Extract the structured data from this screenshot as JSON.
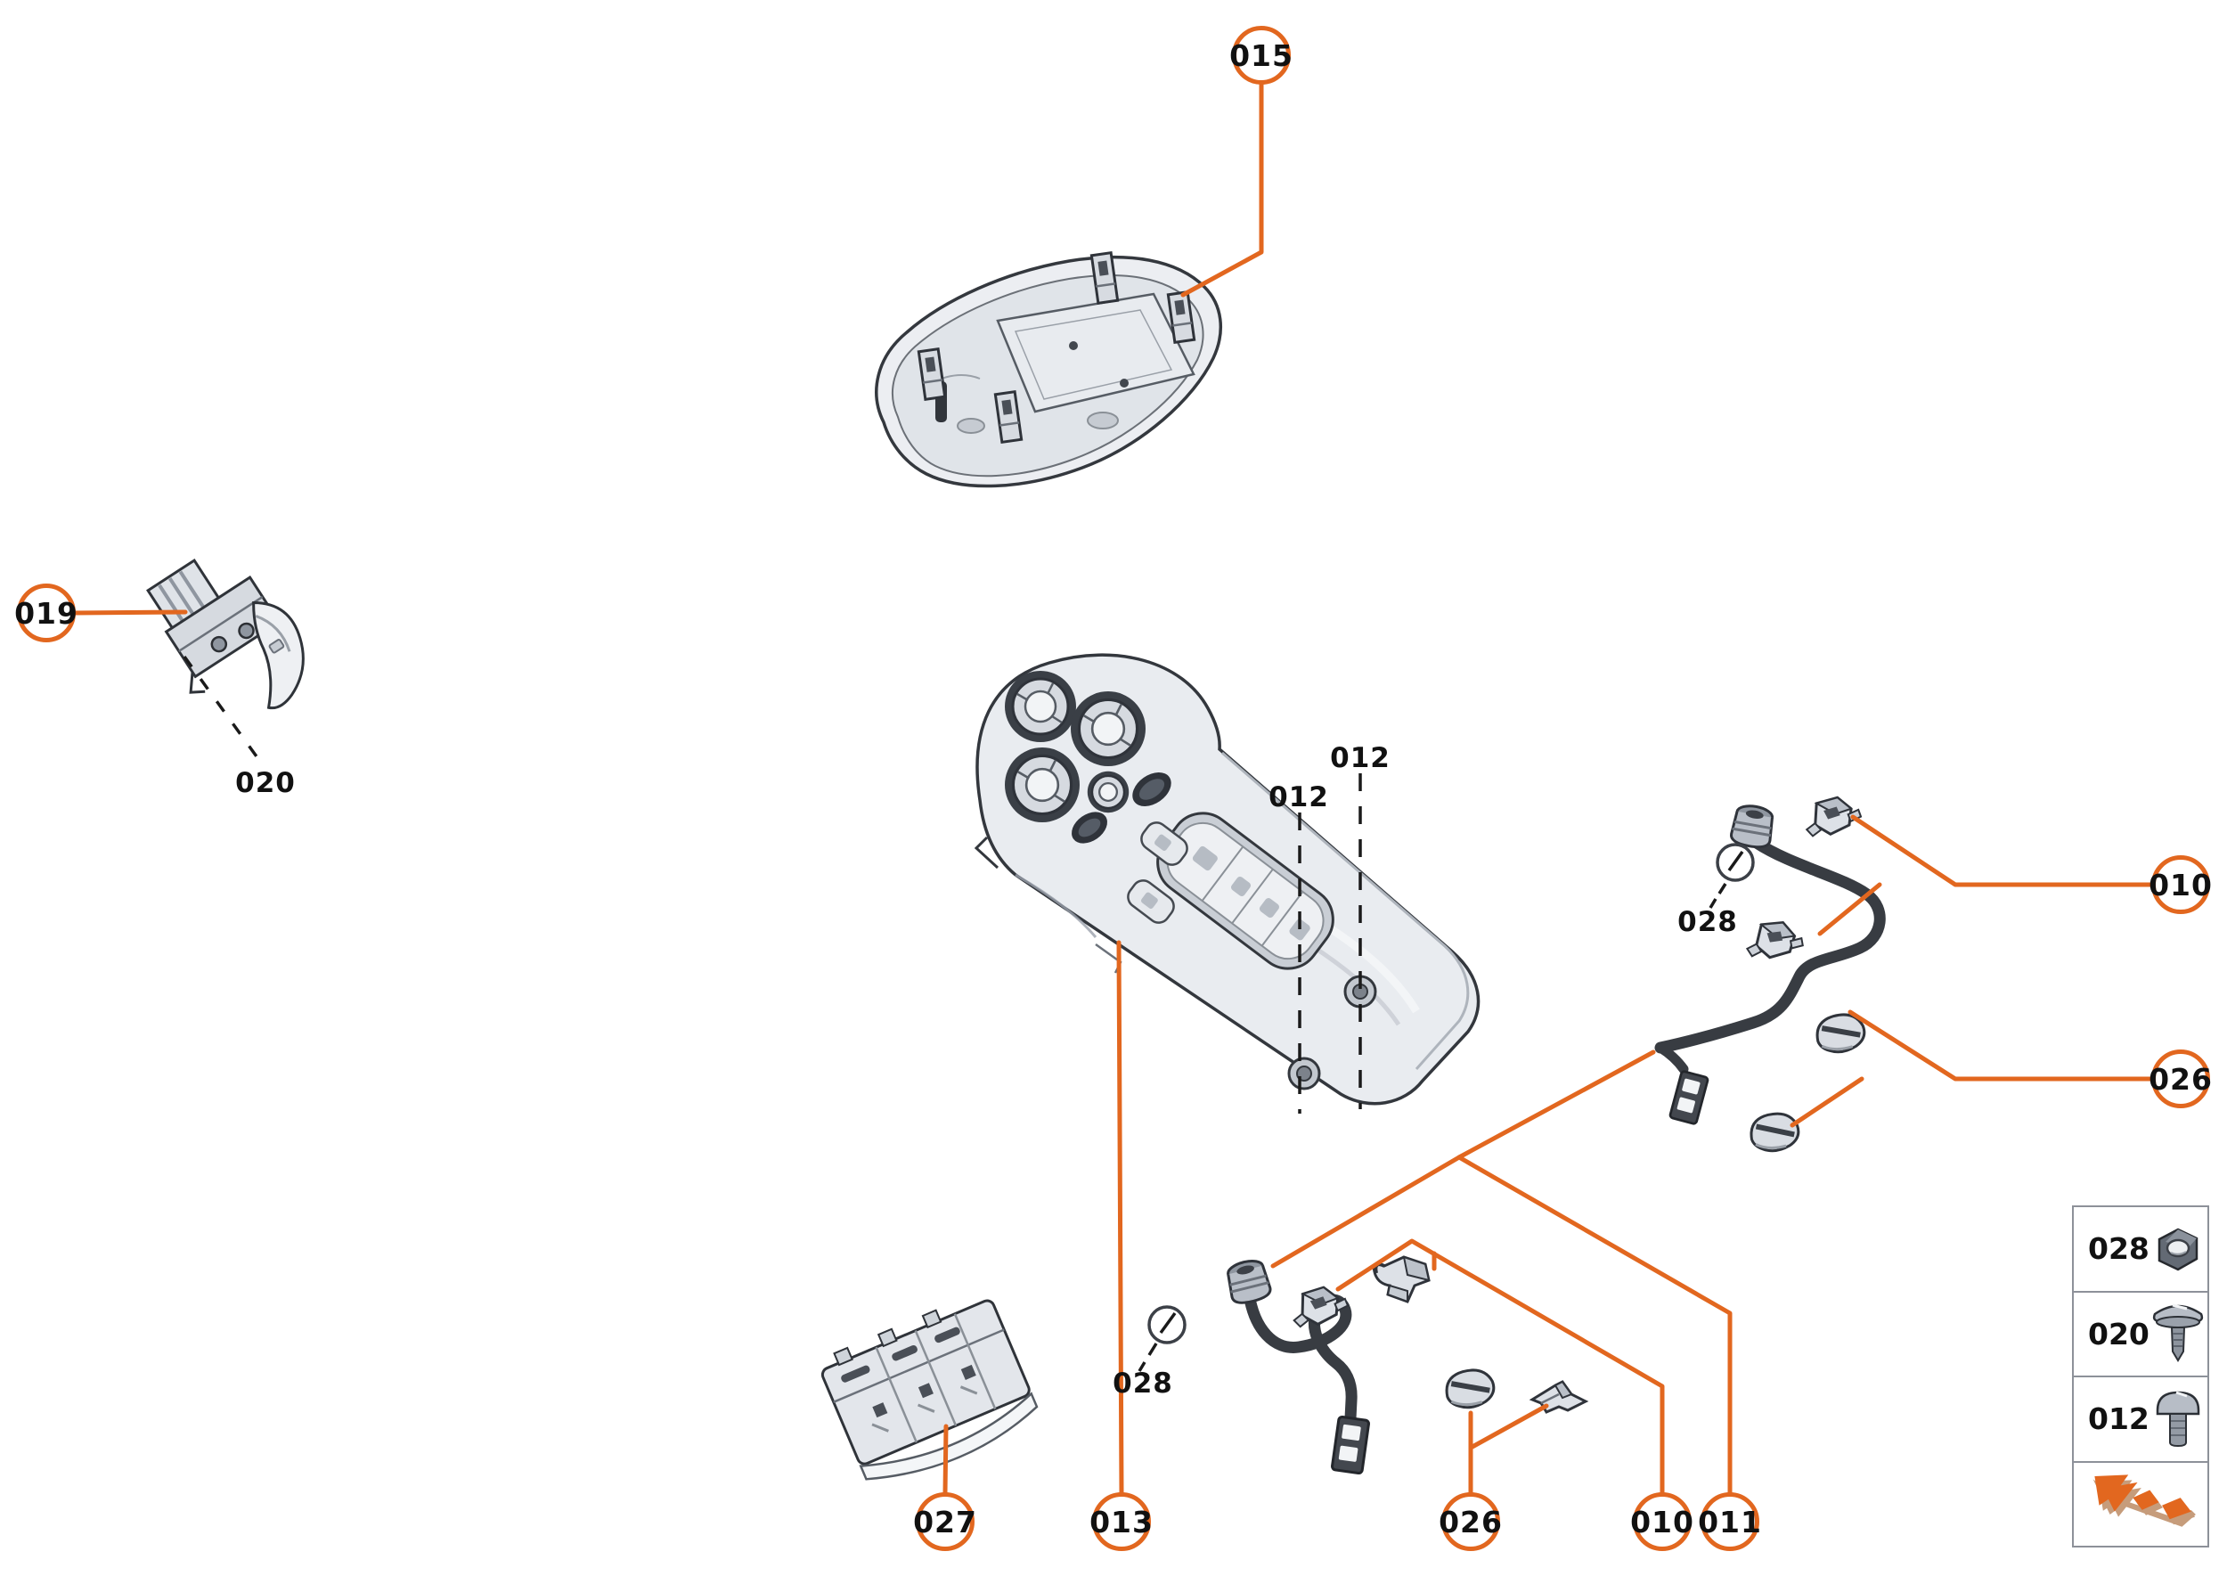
{
  "diagram_type": "exploded-parts-diagram",
  "colors": {
    "accent": "#E2671F",
    "arrow_shadow": "#C69C7B",
    "part_light": "#e9ecf0",
    "part_mid": "#c7ccd4",
    "part_dark": "#8f96a1",
    "outline": "#2f333a",
    "cable": "#383c42",
    "text": "#111111",
    "legend_border": "#8d9199"
  },
  "callouts": [
    {
      "id": "015",
      "label": "015",
      "target": "roof-console-housing"
    },
    {
      "id": "019",
      "label": "019",
      "target": "switch"
    },
    {
      "id": "027",
      "label": "027",
      "target": "switch-carrier"
    },
    {
      "id": "013",
      "label": "013",
      "target": "overhead-console"
    },
    {
      "id": "026-bottom",
      "label": "026",
      "target": "cover-caps-bottom-harness"
    },
    {
      "id": "010-bottom",
      "label": "010",
      "target": "clips-bottom-harness"
    },
    {
      "id": "011",
      "label": "011",
      "target": "wiring-harnesses"
    },
    {
      "id": "010-right",
      "label": "010",
      "target": "clips-right-harness"
    },
    {
      "id": "026-right",
      "label": "026",
      "target": "cover-caps-right-harness"
    }
  ],
  "ref_labels": [
    {
      "id": "020",
      "text": "020"
    },
    {
      "id": "012-left",
      "text": "012"
    },
    {
      "id": "012-right",
      "text": "012"
    },
    {
      "id": "028-bottom",
      "text": "028"
    },
    {
      "id": "028-right",
      "text": "028"
    }
  ],
  "legend": {
    "rows": [
      {
        "code": "028",
        "icon": "hex-nut-icon"
      },
      {
        "code": "020",
        "icon": "pan-screw-icon"
      },
      {
        "code": "012",
        "icon": "dome-screw-icon"
      },
      {
        "code": "",
        "icon": "direction-arrow-icon"
      }
    ]
  }
}
